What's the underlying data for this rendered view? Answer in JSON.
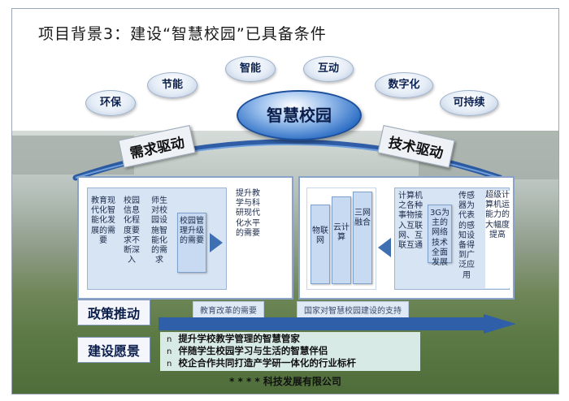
{
  "title": "项目背景3：建设“智慧校园”已具备条件",
  "center": "智慧校园",
  "bubbles": [
    "环保",
    "节能",
    "智能",
    "互动",
    "数字化",
    "可持续"
  ],
  "demand_driver": "需求驱动",
  "tech_driver": "技术驱动",
  "demand_items": [
    "教育现代化智能化发展的需要",
    "校园信息化程度要求不断深入",
    "师生对校园设施智能化的需求",
    "校园管理升级的需要",
    "提升教学与科研现代化水平的需要"
  ],
  "tech_items": [
    "超级计算机运能力的大幅度提高",
    "传感器为代表的感知设备得到广泛应用",
    "3G为主的网络技术全面发展",
    "计算机之各种事物接入互联网、互联互通",
    "三网融合",
    "云计算",
    "物联网"
  ],
  "policy": {
    "label": "政策推动",
    "left_note": "教育改革的需要",
    "right_note": "国家对智慧校园建设的支持"
  },
  "vision": {
    "label": "建设愿景",
    "bullet": "n",
    "items": [
      "提升学校教学管理的智慧管家",
      "伴随学生校园学习与生活的智慧伴侣",
      "校企合作共同打造产学研一体化的行业标杆"
    ]
  },
  "company": "* * * * 科技发展有限公司",
  "colors": {
    "ellipse": "#2e6fc5",
    "panel_border": "#8aa3c9",
    "inner_fill": "#d7e4f3",
    "arrow": "#2f5fa8"
  }
}
